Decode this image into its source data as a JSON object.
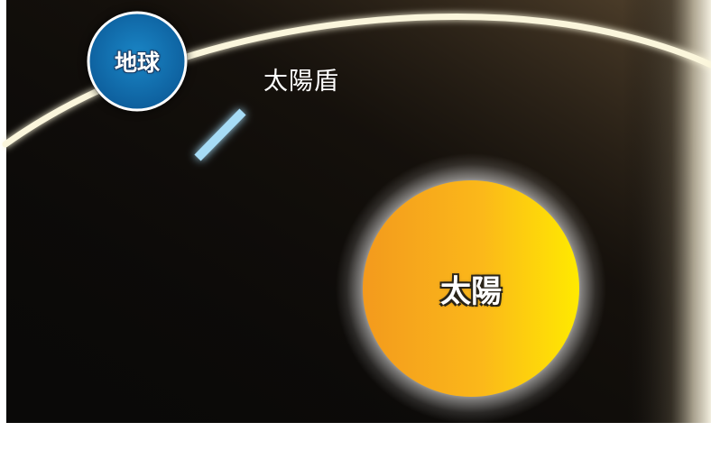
{
  "labels": {
    "earth": "地球",
    "sun_shield": "太陽盾",
    "sun": "太陽"
  },
  "colors": {
    "space_background": "#0a0908",
    "orbit_ring": "#fbf6dc",
    "earth_blue": "#1272b4",
    "earth_outline": "#ffffff",
    "sun_shield_blue": "#a6dcf6",
    "sun_orange": "#f39a1d",
    "sun_yellow": "#ffea00",
    "right_edge_glow": "#e8e2cc"
  }
}
